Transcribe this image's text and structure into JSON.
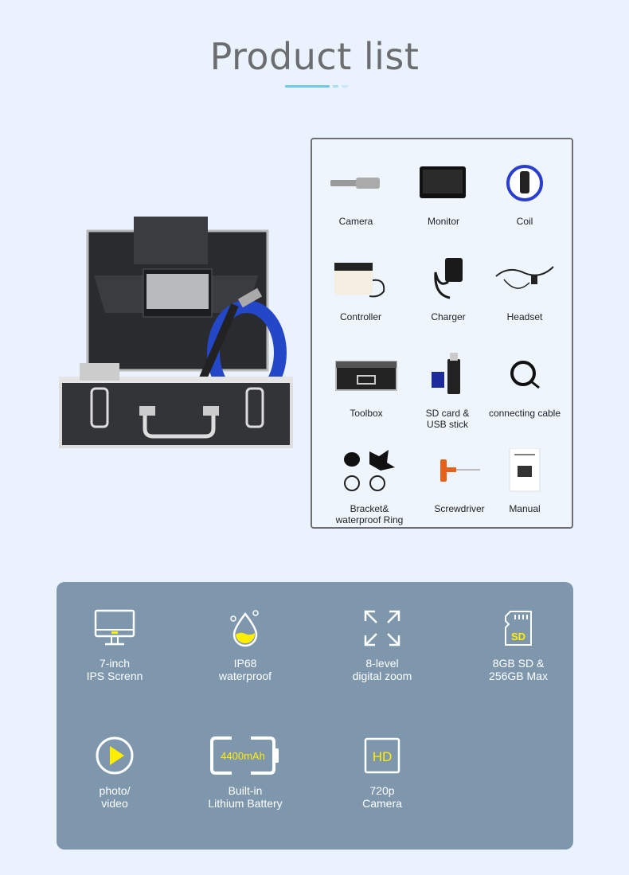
{
  "header": {
    "title": "Product list"
  },
  "products": [
    {
      "label": "Camera",
      "icon": "camera-probe-icon"
    },
    {
      "label": "Monitor",
      "icon": "monitor-icon"
    },
    {
      "label": "Coil",
      "icon": "coil-icon"
    },
    {
      "label": "Controller",
      "icon": "controller-icon"
    },
    {
      "label": "Charger",
      "icon": "charger-icon"
    },
    {
      "label": "Headset",
      "icon": "headset-icon"
    },
    {
      "label": "Toolbox",
      "icon": "toolbox-icon"
    },
    {
      "label_line1": "SD card &",
      "label_line2": "USB stick",
      "icon": "sd-usb-icon"
    },
    {
      "label": "connecting cable",
      "icon": "cable-icon"
    },
    {
      "label_line1": "Bracket&",
      "label_line2": "waterproof Ring",
      "icon": "bracket-ring-icon"
    },
    {
      "label": "Screwdriver",
      "icon": "screwdriver-icon"
    },
    {
      "label": "Manual",
      "icon": "manual-icon"
    }
  ],
  "features": [
    {
      "line1": "7-inch",
      "line2": "IPS Screnn",
      "icon": "monitor-icon"
    },
    {
      "line1": "IP68",
      "line2": "waterproof",
      "icon": "water-drop-icon"
    },
    {
      "line1": "8-level",
      "line2": "digital zoom",
      "icon": "zoom-arrows-icon"
    },
    {
      "line1": "8GB SD &",
      "line2": "256GB Max",
      "icon": "sd-card-icon",
      "badge": "SD"
    },
    {
      "line1": "photo/",
      "line2": "video",
      "icon": "play-icon"
    },
    {
      "line1": "Built-in",
      "line2": "Lithium Battery",
      "icon": "battery-icon",
      "badge": "4400mAh"
    },
    {
      "line1": "720p",
      "line2": "Camera",
      "icon": "hd-icon",
      "badge": "HD"
    }
  ],
  "colors": {
    "background": "#eaf3fd",
    "panel": "#7e97ad",
    "accent": "#ffee00",
    "title": "#6b6d70"
  }
}
